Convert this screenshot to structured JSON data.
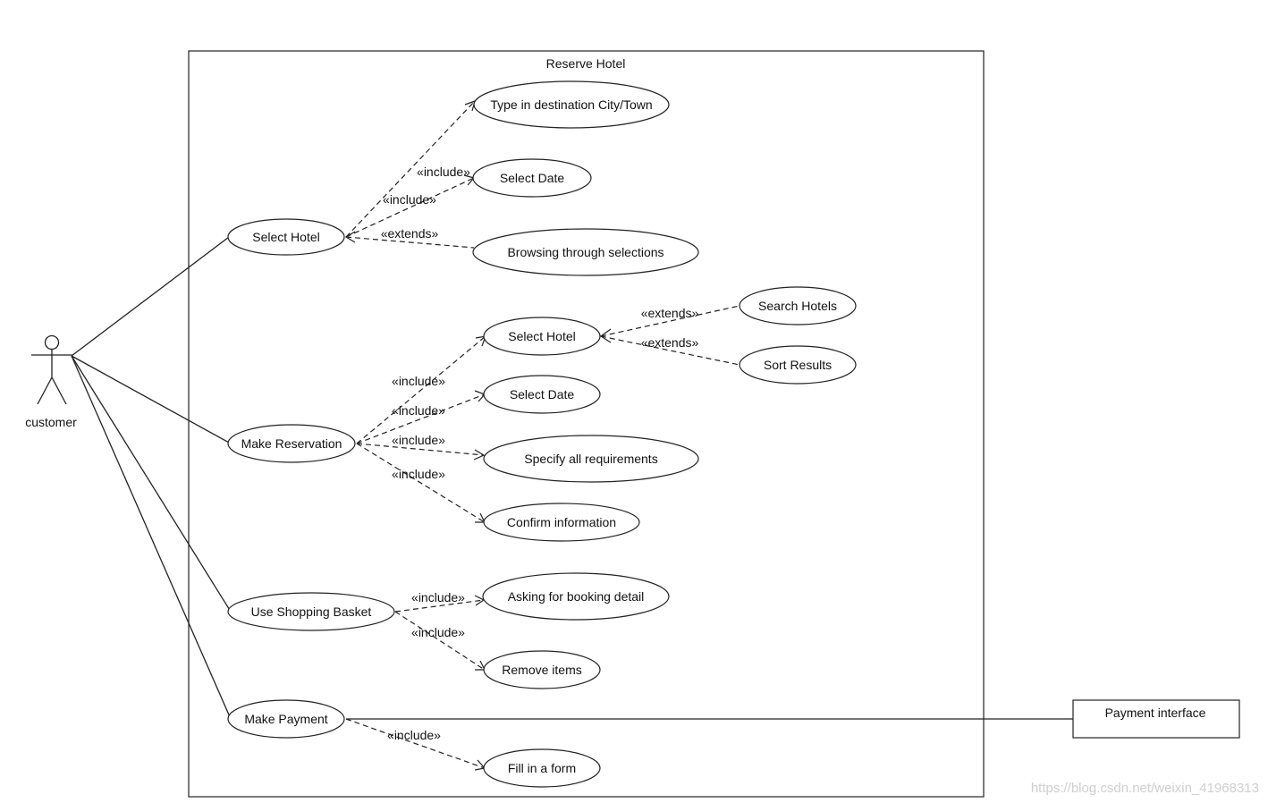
{
  "system": {
    "title": "Reserve Hotel"
  },
  "actor": {
    "label": "customer"
  },
  "use_cases": {
    "select_hotel": "Select Hotel",
    "type_destination": "Type in destination City/Town",
    "select_date_a": "Select Date",
    "browsing": "Browsing through selections",
    "make_reservation": "Make Reservation",
    "select_hotel_b": "Select Hotel",
    "search_hotels": "Search Hotels",
    "sort_results": "Sort Results",
    "select_date_b": "Select Date",
    "specify_requirements": "Specify all requirements",
    "confirm_information": "Confirm information",
    "use_shopping_basket": "Use Shopping Basket",
    "asking_booking_detail": "Asking for booking detail",
    "remove_items": "Remove items",
    "make_payment": "Make Payment",
    "fill_form": "Fill in a form"
  },
  "external": {
    "payment_interface": "Payment interface"
  },
  "stereotypes": {
    "include": "«include»",
    "extends": "«extends»"
  },
  "watermark": "https://blog.csdn.net/weixin_41968313"
}
